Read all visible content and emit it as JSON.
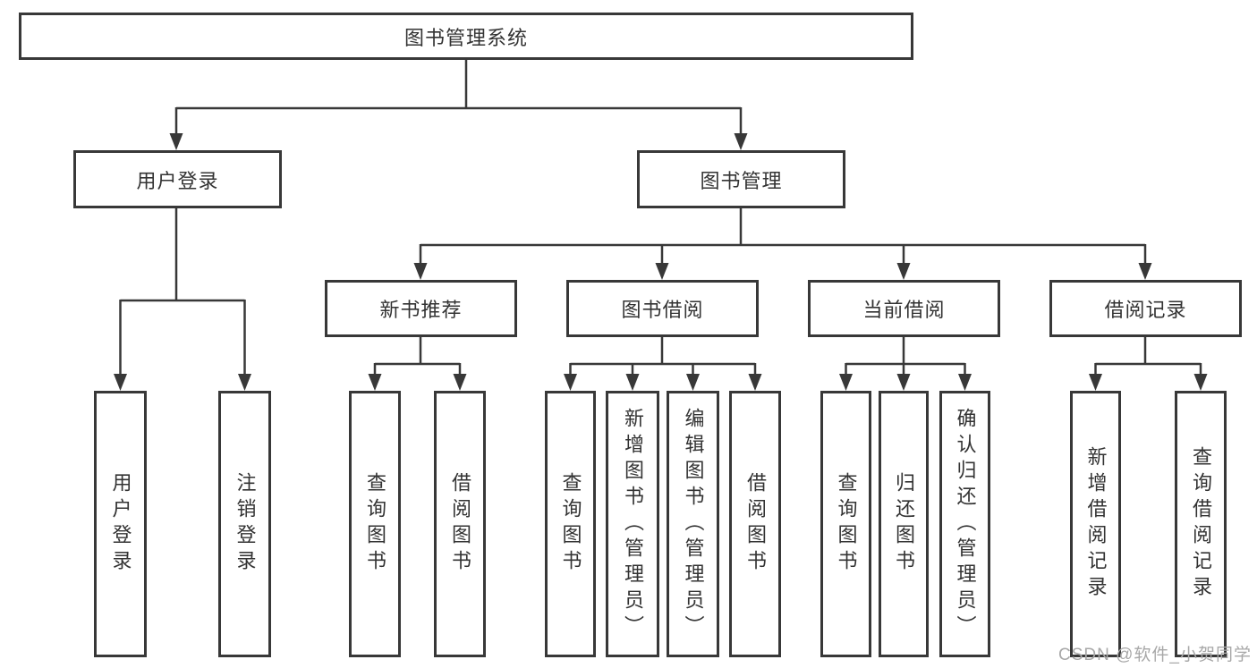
{
  "title": "图书管理系统",
  "watermark": {
    "text": "CSDN @软件_小贺同学"
  },
  "colors": {
    "box_border": "#383838",
    "line": "#383838",
    "text": "#333333",
    "background": "#ffffff",
    "watermark": "#a8a8a8"
  },
  "nodes": {
    "root": {
      "label": "图书管理系统"
    },
    "user_login": {
      "label": "用户登录"
    },
    "book_mgmt": {
      "label": "图书管理"
    },
    "login_do": {
      "label": "用户登录"
    },
    "logout": {
      "label": "注销登录"
    },
    "new_book": {
      "label": "新书推荐"
    },
    "book_borrow": {
      "label": "图书借阅"
    },
    "current_borrow": {
      "label": "当前借阅"
    },
    "borrow_record": {
      "label": "借阅记录"
    },
    "nb_query": {
      "label": "查询图书"
    },
    "nb_borrow": {
      "label": "借阅图书"
    },
    "bb_query": {
      "label": "查询图书"
    },
    "bb_add": {
      "label": "新增图书（管理员）"
    },
    "bb_edit": {
      "label": "编辑图书（管理员）"
    },
    "bb_borrow": {
      "label": "借阅图书"
    },
    "cb_query": {
      "label": "查询图书"
    },
    "cb_return": {
      "label": "归还图书"
    },
    "cb_confirm": {
      "label": "确认归还（管理员）"
    },
    "br_add": {
      "label": "新增借阅记录"
    },
    "br_query": {
      "label": "查询借阅记录"
    }
  },
  "hierarchy": {
    "图书管理系统": {
      "用户登录": [
        "用户登录",
        "注销登录"
      ],
      "图书管理": {
        "新书推荐": [
          "查询图书",
          "借阅图书"
        ],
        "图书借阅": [
          "查询图书",
          "新增图书（管理员）",
          "编辑图书（管理员）",
          "借阅图书"
        ],
        "当前借阅": [
          "查询图书",
          "归还图书",
          "确认归还（管理员）"
        ],
        "借阅记录": [
          "新增借阅记录",
          "查询借阅记录"
        ]
      }
    }
  }
}
